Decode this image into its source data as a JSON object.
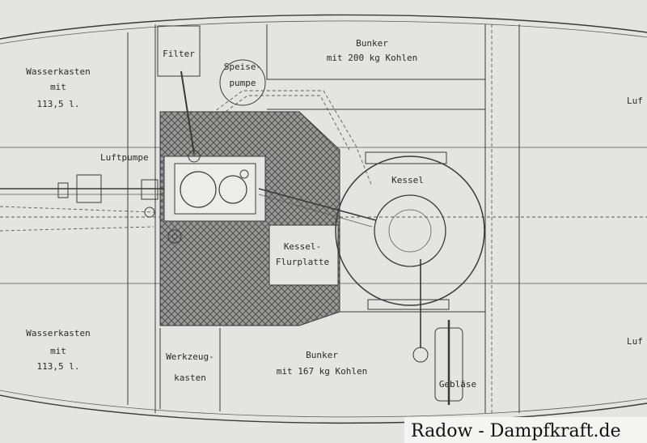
{
  "labels": {
    "wasserkasten_top": [
      "Wasserkasten",
      "mit",
      "113,5 l."
    ],
    "wasserkasten_bottom": [
      "Wasserkasten",
      "mit",
      "113,5 l."
    ],
    "filter": "Filter",
    "speisepumpe": [
      "Speise-",
      "pumpe"
    ],
    "bunker_top": [
      "Bunker",
      "mit 200 kg Kohlen"
    ],
    "luftpumpe": "Luftpumpe",
    "kessel": "Kessel",
    "kessel_flurplatte": [
      "Kessel-",
      "Flurplatte"
    ],
    "werkzeugkasten": [
      "Werkzeug-",
      "kasten"
    ],
    "bunker_bottom": [
      "Bunker",
      "mit 167 kg Kohlen"
    ],
    "geblaese": "Gebläse",
    "luft_top": "Luf",
    "luft_bottom": "Luf"
  },
  "watermark": "Radow - Dampfkraft.de"
}
